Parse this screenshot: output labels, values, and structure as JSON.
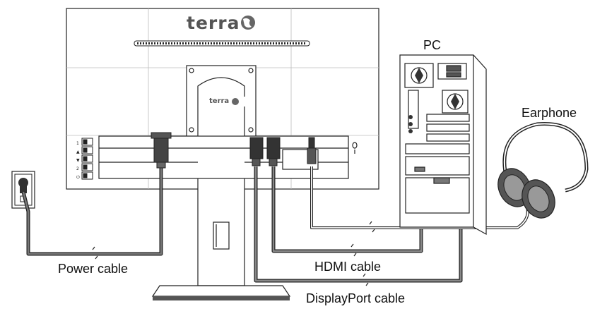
{
  "brand": {
    "main": "terra",
    "stand": "terra"
  },
  "labels": {
    "pc": "PC",
    "earphone": "Earphone",
    "power_cable": "Power cable",
    "hdmi_cable": "HDMI cable",
    "displayport_cable": "DisplayPort cable"
  },
  "colors": {
    "line": "#222222",
    "cable": "#333333",
    "fill": "#ffffff",
    "grey": "#777777",
    "light": "#bbbbbb"
  }
}
